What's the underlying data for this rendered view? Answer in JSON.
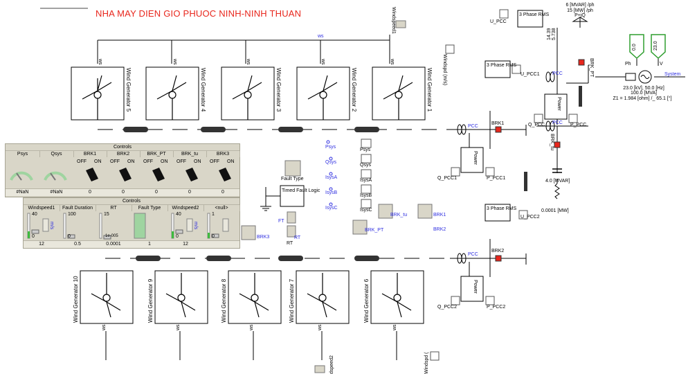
{
  "title": "NHA MAY DIEN GIO PHUOC NINH-NINH THUAN",
  "generators_top": [
    "Wind Generator 5",
    "Wind Generator 4",
    "Wind Generator 3",
    "Wind Generator 2",
    "Wind Generator 1"
  ],
  "generators_bottom": [
    "Wind Generator 10",
    "Wind Generator 9",
    "Wind Generator 8",
    "Wind Generator 7",
    "Wind Generator 6"
  ],
  "ws_label": "ws",
  "windspeed_top": "Windspeed1",
  "windspeed_top_meter": "Windspd (m/s)",
  "windspeed_bottom": "dspeed2",
  "windspeed_bottom_meter": "Windspd (",
  "controls1": {
    "title": "Controls",
    "headers": [
      "Psys",
      "Qsys",
      "BRK1",
      "BRK2",
      "BRK_PT",
      "BRK_tu",
      "BRK3"
    ],
    "off": "OFF",
    "on": "ON",
    "values": [
      "#NaN",
      "#NaN",
      "0",
      "0",
      "0",
      "0",
      "0"
    ]
  },
  "controls2": {
    "title": "Controls",
    "headers": [
      "Windspeed1",
      "Fault Duration",
      "RT",
      "Fault Type",
      "Windspeed2",
      "<null>"
    ],
    "values": [
      "12",
      "0.5",
      "0.0001",
      "1",
      "12",
      ""
    ],
    "scales": {
      "ws1_max": "40",
      "ws1_min": "0",
      "fd_max": "100",
      "fd_min": "0",
      "rt_max": "15",
      "rt_min": "1e-005",
      "ws2_max": "40",
      "ws2_min": "0",
      "null_max": "1",
      "null_min": "0",
      "unit": "m/s"
    }
  },
  "fault_type": "Fault Type",
  "timed_fault_logic": "Timed Fault Logic",
  "ft_label": "FT",
  "rt_label": "RT",
  "brk3_label": "BRK3",
  "meters": {
    "psys": "Psys",
    "qsys": "Qsys",
    "isysA": "IsysA",
    "isysB": "IsysB",
    "isysC": "IsysC"
  },
  "labels": {
    "brk_tu_ctrl": "BRK_tu",
    "brk_pt_ctrl": "BRK_PT",
    "brk1_ctrl": "BRK1",
    "brk2_ctrl": "BRK2",
    "brk1": "BRK1",
    "brk2": "BRK2",
    "brk_pt": "BRK_PT",
    "brk_tu": "BRK_tu",
    "pcc": "PCC",
    "three_phase_rms": "3 Phase RMS",
    "u_pcc": "U_PCC",
    "u_pcc1": "U_PCC1",
    "u_pcc2": "U_PCC2",
    "p_pcc": "P_PCC",
    "q_pcc": "Q_PCC",
    "p_pcc1": "P_PCC1",
    "q_pcc1": "Q_PCC1",
    "p_pcc2": "P_PCC2",
    "q_pcc2": "Q_PCC2",
    "power": "Power",
    "pq_line1": "6 [MVAR] /ph",
    "pq_line2": "15 [MW] /ph",
    "pq_line3": "P+jQ",
    "v_val": "14.39",
    "v_val2": "5.738",
    "cap": "4.0 [MVAR]",
    "res": "0.0001 [MW]",
    "ph": "Ph",
    "v": "V",
    "source1": "23.0 [kV], 50.0 [Hz]",
    "source2": "100.0 [MVA]",
    "source3": "Z1 = 1.984 [ohm] /_ 65.1 [°]",
    "system": "System",
    "ph_val": "0.0",
    "v_knob_val": "23.0"
  }
}
